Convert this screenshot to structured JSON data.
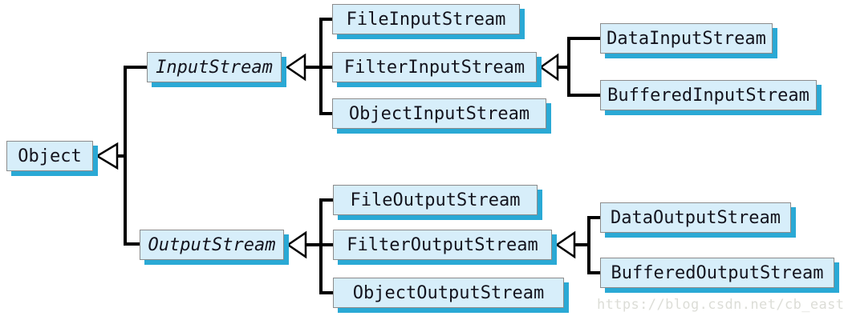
{
  "diagram": {
    "nodes": {
      "object": {
        "label": "Object",
        "abstract": false
      },
      "input_stream": {
        "label": "InputStream",
        "abstract": true
      },
      "output_stream": {
        "label": "OutputStream",
        "abstract": true
      },
      "file_input_stream": {
        "label": "FileInputStream",
        "abstract": false
      },
      "filter_input_stream": {
        "label": "FilterInputStream",
        "abstract": false
      },
      "object_input_stream": {
        "label": "ObjectInputStream",
        "abstract": false
      },
      "data_input_stream": {
        "label": "DataInputStream",
        "abstract": false
      },
      "buffered_input_stream": {
        "label": "BufferedInputStream",
        "abstract": false
      },
      "file_output_stream": {
        "label": "FileOutputStream",
        "abstract": false
      },
      "filter_output_stream": {
        "label": "FilterOutputStream",
        "abstract": false
      },
      "object_output_stream": {
        "label": "ObjectOutputStream",
        "abstract": false
      },
      "data_output_stream": {
        "label": "DataOutputStream",
        "abstract": false
      },
      "buffered_output_stream": {
        "label": "BufferedOutputStream",
        "abstract": false
      }
    },
    "edges": [
      {
        "parent": "Object",
        "child": "InputStream"
      },
      {
        "parent": "Object",
        "child": "OutputStream"
      },
      {
        "parent": "InputStream",
        "child": "FileInputStream"
      },
      {
        "parent": "InputStream",
        "child": "FilterInputStream"
      },
      {
        "parent": "InputStream",
        "child": "ObjectInputStream"
      },
      {
        "parent": "FilterInputStream",
        "child": "DataInputStream"
      },
      {
        "parent": "FilterInputStream",
        "child": "BufferedInputStream"
      },
      {
        "parent": "OutputStream",
        "child": "FileOutputStream"
      },
      {
        "parent": "OutputStream",
        "child": "FilterOutputStream"
      },
      {
        "parent": "OutputStream",
        "child": "ObjectOutputStream"
      },
      {
        "parent": "FilterOutputStream",
        "child": "DataOutputStream"
      },
      {
        "parent": "FilterOutputStream",
        "child": "BufferedOutputStream"
      }
    ],
    "watermark": "https://blog.csdn.net/cb_east",
    "colors": {
      "box_fill": "#d7eefa",
      "box_border": "#8c8c8c",
      "box_shadow": "#2aa9d5",
      "connector_line": "#000000",
      "arrowhead_fill": "#ffffff",
      "text": "#14141e",
      "watermark_text": "#dcddd7"
    }
  }
}
